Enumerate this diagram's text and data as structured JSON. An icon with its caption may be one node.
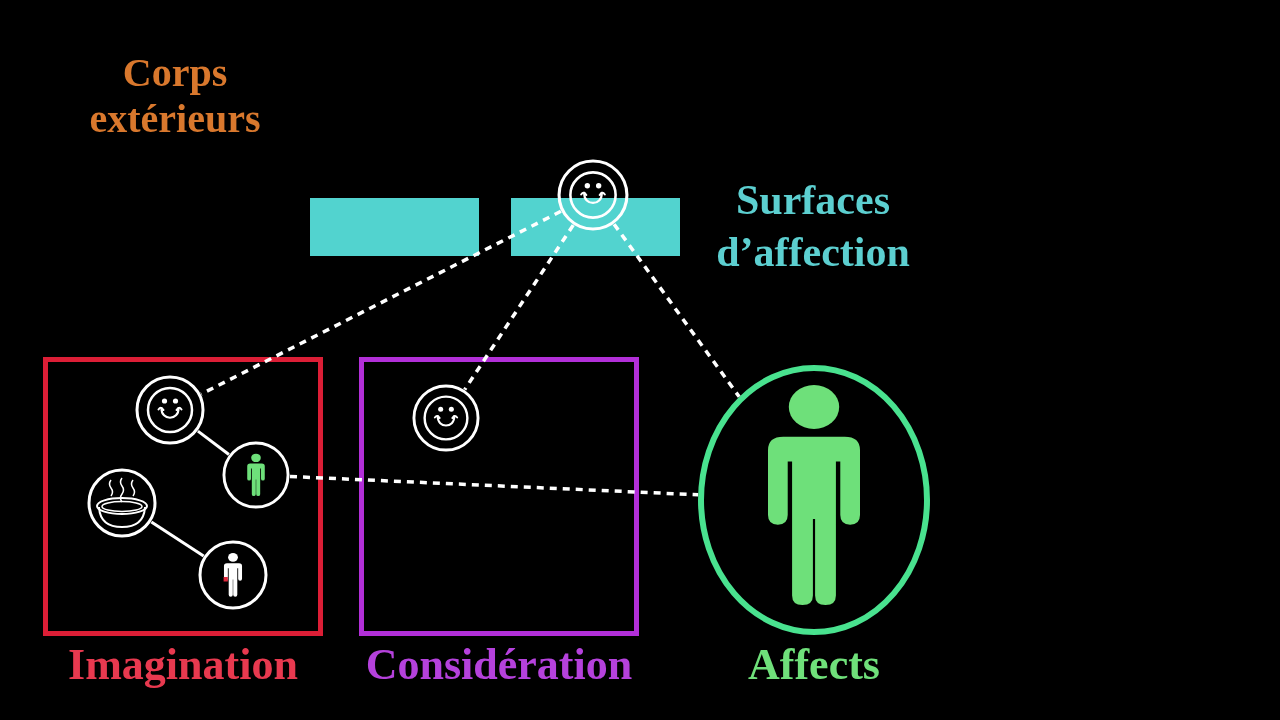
{
  "diagram": {
    "nodes": [
      {
        "text": [],
        "shape": "picture"
      },
      {
        "text": [
          "Imagination"
        ]
      },
      {
        "text": [],
        "shape": "picture",
        "in": 1
      },
      {
        "text": [],
        "shape": "picture",
        "in": 1
      },
      {
        "text": [],
        "shape": "picture",
        "in": 1
      },
      {
        "text": [],
        "shape": "picture",
        "in": 1
      },
      {
        "text": [
          "Considération"
        ]
      },
      {
        "text": [],
        "shape": "picture",
        "in": 6
      },
      {
        "text": [
          "Affects"
        ]
      }
    ],
    "edges": [
      {
        "from": 0,
        "to": 2,
        "arrow": "none",
        "style": "dashed"
      },
      {
        "from": 0,
        "to": 7,
        "arrow": "none",
        "style": "dashed"
      },
      {
        "from": 0,
        "to": 8,
        "arrow": "none",
        "style": "dashed"
      },
      {
        "from": 2,
        "to": 3,
        "arrow": "none"
      },
      {
        "from": 4,
        "to": 5,
        "arrow": "none"
      },
      {
        "from": 3,
        "to": 8,
        "arrow": "none",
        "style": "dashed"
      }
    ],
    "labels": [
      "Corps extérieurs",
      "Surfaces d’affection"
    ]
  }
}
